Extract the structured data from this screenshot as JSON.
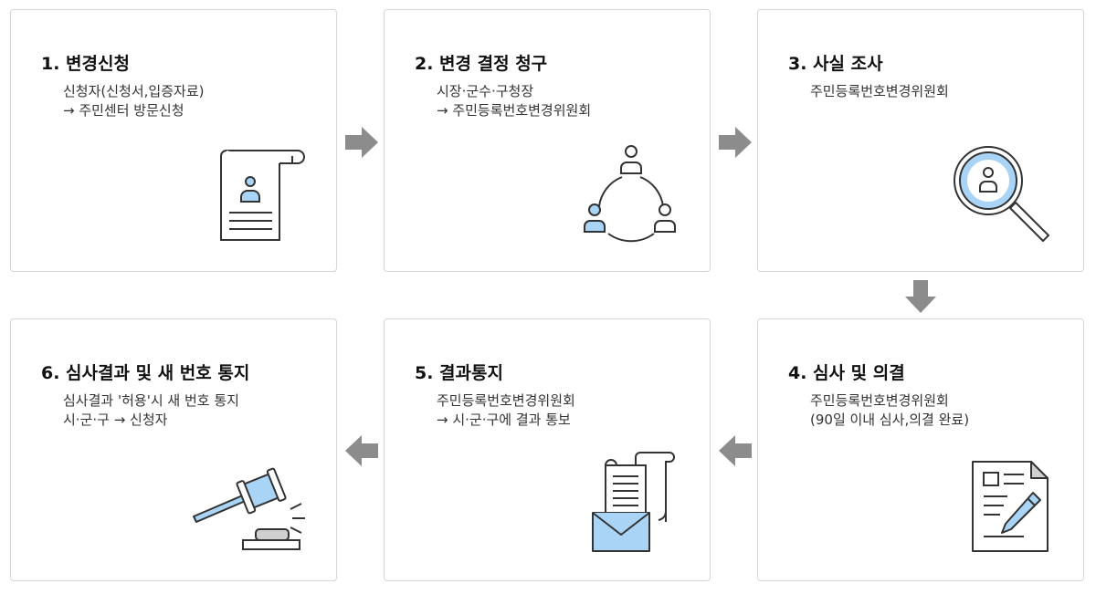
{
  "steps": [
    {
      "title": "1. 변경신청",
      "lines": [
        "신청자(신청서,입증자료)",
        "→ 주민센터 방문신청"
      ],
      "icon": "document-person-icon"
    },
    {
      "title": "2. 변경 결정 청구",
      "lines": [
        "시장·군수·구청장",
        "→ 주민등록번호변경위원회"
      ],
      "icon": "people-network-icon"
    },
    {
      "title": "3. 사실 조사",
      "lines": [
        "주민등록번호변경위원회"
      ],
      "icon": "magnifier-person-icon"
    },
    {
      "title": "4. 심사 및 의결",
      "lines": [
        "주민등록번호변경위원회",
        "(90일 이내 심사,의결 완료)"
      ],
      "icon": "document-pen-icon"
    },
    {
      "title": "5. 결과통지",
      "lines": [
        "주민등록번호변경위원회",
        "→ 시·군·구에 결과 통보"
      ],
      "icon": "envelope-letter-icon"
    },
    {
      "title": "6. 심사결과 및 새 번호 통지",
      "lines": [
        "심사결과 '허용'시 새 번호 통지",
        "시·군·구 → 신청자"
      ],
      "icon": "gavel-icon"
    }
  ],
  "colors": {
    "accent_blue": "#a9d4f5",
    "arrow_gray": "#8c8c8c",
    "outline": "#333333",
    "card_border": "#d6d6d6"
  }
}
